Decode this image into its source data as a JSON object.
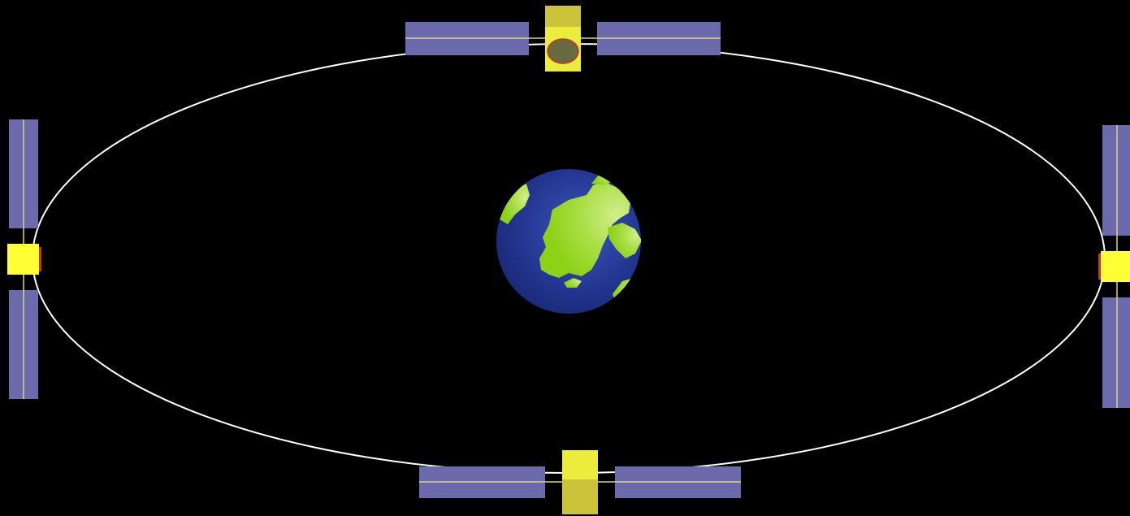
{
  "colors": {
    "background": "#000000",
    "orbit": "#ffffff",
    "solar_panel": "#6a6aac",
    "panel_line": "#d8d48a",
    "satellite_body": "#ecec3c",
    "satellite_body_shade": "#cbc33a",
    "sensor_dish": "#6a6a42",
    "sensor_rim": "#c0392b",
    "ocean_light": "#3a57c0",
    "ocean_dark": "#1a2a7a",
    "land_light": "#d2ee8a",
    "land_dark": "#8ed218"
  },
  "icons": {
    "earth": "globe-icon",
    "satellite": "satellite-icon"
  },
  "orbit": {
    "satellite_positions": [
      "top",
      "left",
      "right",
      "bottom"
    ]
  }
}
